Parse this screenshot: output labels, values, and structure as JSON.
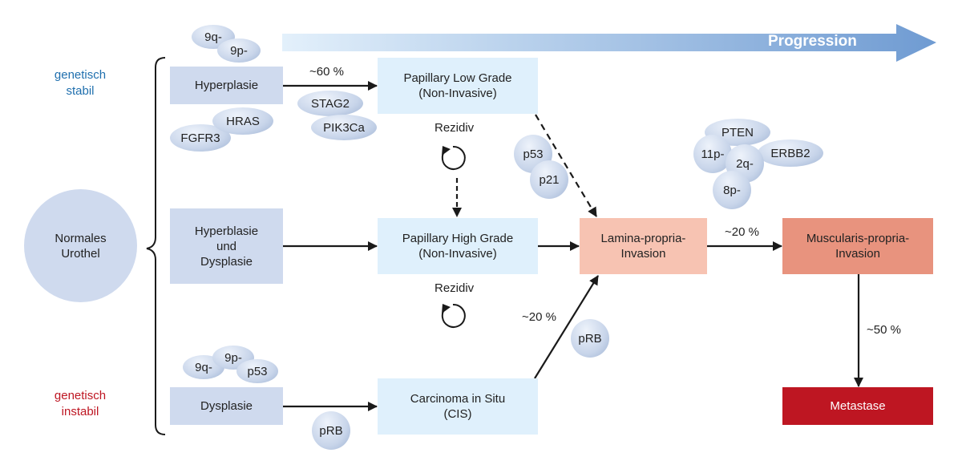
{
  "progression": {
    "label": "Progression"
  },
  "side_labels": {
    "stable": "genetisch\nstabil",
    "unstable": "genetisch\ninstabil",
    "stable_color": "#1f6fae",
    "unstable_color": "#be1622"
  },
  "normal": {
    "label": "Normales\nUrothel"
  },
  "stages": {
    "hyperplasie": "Hyperplasie",
    "hyperblasie_dysplasie": "Hyperblasie\nund\nDysplasie",
    "dysplasie": "Dysplasie"
  },
  "lesions": {
    "papillary_low": "Papillary Low Grade\n(Non-Invasive)",
    "papillary_high": "Papillary High Grade\n(Non-Invasive)",
    "cis": "Carcinoma in Situ\n(CIS)",
    "lamina": "Lamina-propria-\nInvasion",
    "muscularis": "Muscularis-propria-\nInvasion",
    "metastase": "Metastase"
  },
  "percentages": {
    "hyper_to_low": "~60 %",
    "lamina_to_muscularis": "~20 %",
    "cis_to_lamina": "~20 %",
    "muscularis_to_metastase": "~50 %"
  },
  "recurrence": {
    "top": "Rezidiv",
    "bottom": "Rezidiv"
  },
  "markers": {
    "top_9q": "9q-",
    "top_9p": "9p-",
    "hras": "HRAS",
    "fgfr3": "FGFR3",
    "stag2": "STAG2",
    "pik3ca": "PIK3Ca",
    "p53": "p53",
    "p21": "p21",
    "pten": "PTEN",
    "m11p": "11p-",
    "m2q": "2q-",
    "erbb2": "ERBB2",
    "m8p": "8p-",
    "prb_mid": "pRB",
    "low_9q": "9q-",
    "low_9p": "9p-",
    "low_p53": "p53",
    "prb_low": "pRB"
  }
}
